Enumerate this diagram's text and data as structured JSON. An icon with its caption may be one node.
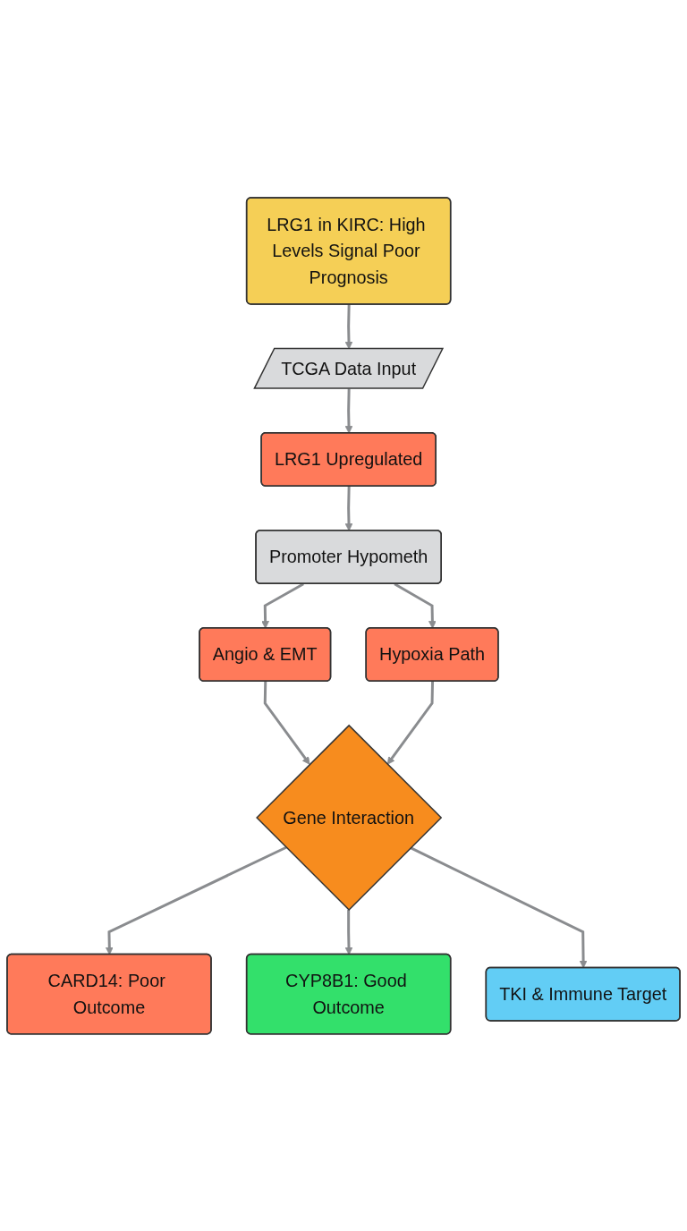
{
  "diagram": {
    "nodes": [
      {
        "text": [
          "LRG1 in KIRC: High Levels Signal Poor Prognosis"
        ]
      },
      {
        "text": [
          "TCGA Data Input"
        ]
      },
      {
        "text": [
          "LRG1 Upregulated"
        ]
      },
      {
        "text": [
          "Promoter Hypometh"
        ]
      },
      {
        "text": [
          "Angio & EMT"
        ]
      },
      {
        "text": [
          "Hypoxia Path"
        ]
      },
      {
        "text": [
          "Gene Interaction"
        ]
      },
      {
        "text": [
          "CARD14: Poor Outcome"
        ]
      },
      {
        "text": [
          "CYP8B1: Good Outcome"
        ]
      },
      {
        "text": [
          "TKI & Immune Target"
        ]
      }
    ],
    "edges": [
      {
        "from": 0,
        "to": 1,
        "arrow": "to"
      },
      {
        "from": 1,
        "to": 2,
        "arrow": "to"
      },
      {
        "from": 2,
        "to": 3,
        "arrow": "to"
      },
      {
        "from": 3,
        "to": 4,
        "arrow": "to"
      },
      {
        "from": 3,
        "to": 5,
        "arrow": "to"
      },
      {
        "from": 4,
        "to": 6,
        "arrow": "to"
      },
      {
        "from": 5,
        "to": 6,
        "arrow": "to"
      },
      {
        "from": 6,
        "to": 7,
        "arrow": "to"
      },
      {
        "from": 6,
        "to": 8,
        "arrow": "to"
      },
      {
        "from": 6,
        "to": 9,
        "arrow": "to"
      }
    ]
  }
}
